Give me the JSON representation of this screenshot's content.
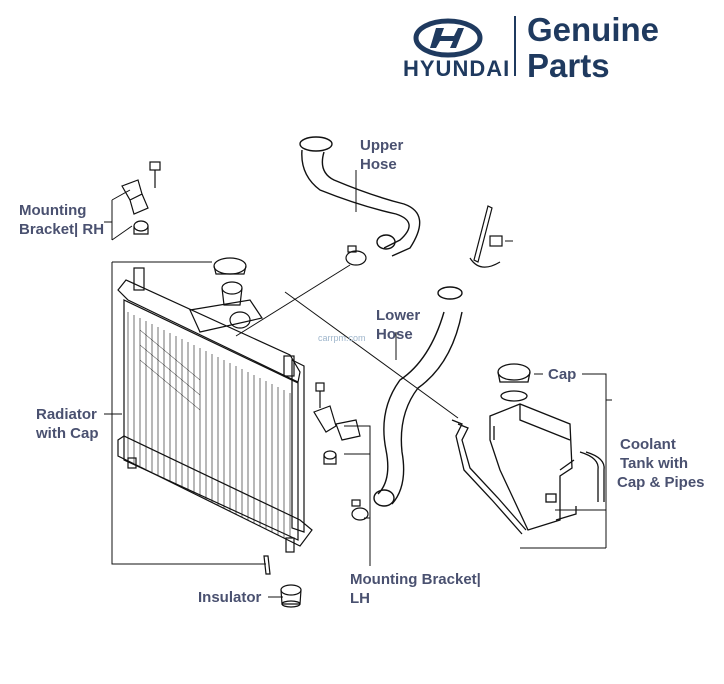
{
  "brand": {
    "name": "HYUNDAI",
    "title_line1": "Genuine",
    "title_line2": "Parts",
    "logo_icon": "hyundai-logo-icon"
  },
  "watermark": "carrpm.com",
  "labels": {
    "upper_hose": [
      "Upper",
      "Hose"
    ],
    "mounting_bracket_rh": [
      "Mounting",
      "Bracket| RH"
    ],
    "lower_hose": [
      "Lower",
      "Hose"
    ],
    "cap": "Cap",
    "radiator": [
      "Radiator",
      "with Cap"
    ],
    "coolant_tank": [
      "Coolant",
      "Tank with",
      "Cap & Pipes"
    ],
    "mounting_bracket_lh": [
      "Mounting Bracket|",
      "LH"
    ],
    "insulator": "Insulator"
  },
  "colors": {
    "label": "#4a5170",
    "brand": "#1f3a5f",
    "line": "#111111"
  }
}
